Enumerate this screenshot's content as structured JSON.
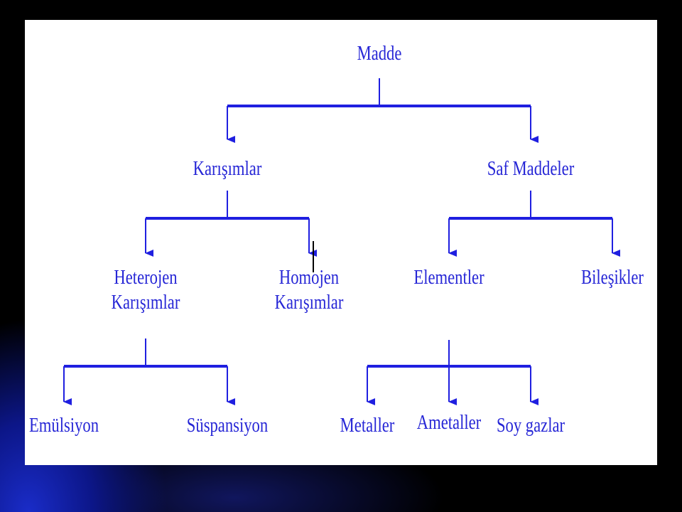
{
  "diagram": {
    "accent_color": "#1f1fe0",
    "root": "Madde",
    "level1": [
      "Karışımlar",
      "Saf Maddeler"
    ],
    "mixtures": [
      "Heterojen\nKarışımlar",
      "Homojen\nKarışımlar"
    ],
    "pure": [
      "Elementler",
      "Bileşikler"
    ],
    "heterogeneous": [
      "Emülsiyon",
      "Süspansiyon"
    ],
    "elements": [
      "Metaller",
      "Ametaller",
      "Soy gazlar"
    ]
  }
}
